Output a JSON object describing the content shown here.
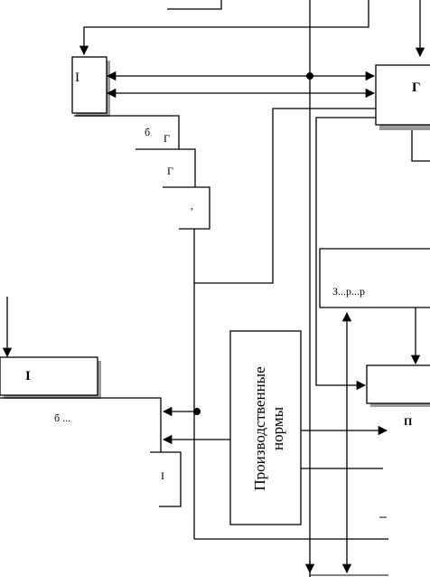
{
  "blocks": {
    "top_left": {
      "label": "I"
    },
    "top_right": {
      "label": "Г"
    },
    "mid_left": {
      "label": "I"
    },
    "norms": {
      "label_line1": "Производственные",
      "label_line2": "нормы"
    }
  },
  "fragments": {
    "f1": "б",
    "f2": "Г",
    "f3": "Г",
    "f4": ",",
    "f5": "З...р...р",
    "f6": "б ... ",
    "f7": "I",
    "f8": "П"
  }
}
